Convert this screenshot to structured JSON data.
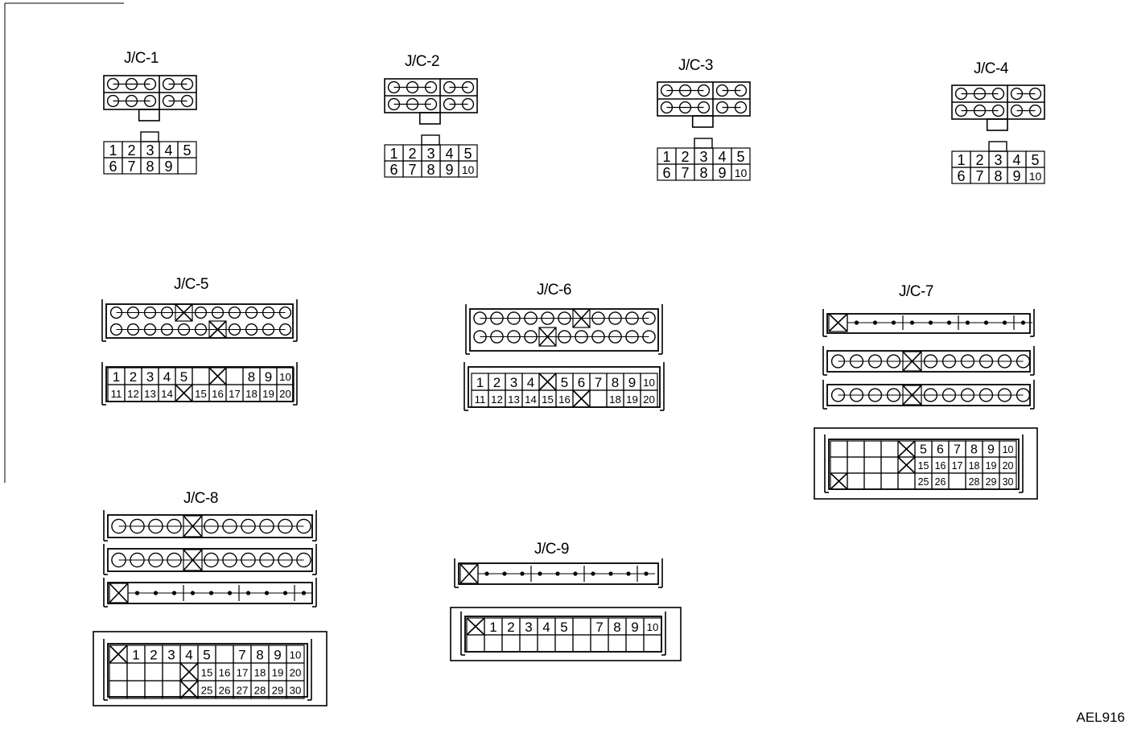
{
  "figure_code": "AEL916",
  "connectors": [
    {
      "id": "jc1",
      "label": "J/C-1",
      "pins": [
        [
          "1",
          "2",
          "3",
          "4",
          "5"
        ],
        [
          "6",
          "7",
          "8",
          "9",
          ""
        ]
      ]
    },
    {
      "id": "jc2",
      "label": "J/C-2",
      "pins": [
        [
          "1",
          "2",
          "3",
          "4",
          "5"
        ],
        [
          "6",
          "7",
          "8",
          "9",
          "10"
        ]
      ]
    },
    {
      "id": "jc3",
      "label": "J/C-3",
      "pins": [
        [
          "1",
          "2",
          "3",
          "4",
          "5"
        ],
        [
          "6",
          "7",
          "8",
          "9",
          "10"
        ]
      ]
    },
    {
      "id": "jc4",
      "label": "J/C-4",
      "pins": [
        [
          "1",
          "2",
          "3",
          "4",
          "5"
        ],
        [
          "6",
          "7",
          "8",
          "9",
          "10"
        ]
      ]
    },
    {
      "id": "jc5",
      "label": "J/C-5",
      "pins": [
        [
          "1",
          "2",
          "3",
          "4",
          "5",
          "",
          "X",
          "",
          "8",
          "9",
          "10"
        ],
        [
          "11",
          "12",
          "13",
          "14",
          "X",
          "15",
          "16",
          "17",
          "18",
          "19",
          "20"
        ]
      ]
    },
    {
      "id": "jc6",
      "label": "J/C-6",
      "pins": [
        [
          "1",
          "2",
          "3",
          "4",
          "X",
          "5",
          "6",
          "7",
          "8",
          "9",
          "10"
        ],
        [
          "11",
          "12",
          "13",
          "14",
          "15",
          "16",
          "X",
          "",
          "18",
          "19",
          "20"
        ]
      ]
    },
    {
      "id": "jc7",
      "label": "J/C-7",
      "pins": [
        [
          "",
          "",
          "",
          "",
          "X",
          "5",
          "6",
          "7",
          "8",
          "9",
          "10"
        ],
        [
          "",
          "",
          "",
          "",
          "X",
          "15",
          "16",
          "17",
          "18",
          "19",
          "20"
        ],
        [
          "X",
          "",
          "",
          "",
          "",
          "25",
          "26",
          "",
          "28",
          "29",
          "30"
        ]
      ]
    },
    {
      "id": "jc8",
      "label": "J/C-8",
      "pins": [
        [
          "X",
          "1",
          "2",
          "3",
          "4",
          "5",
          "",
          "7",
          "8",
          "9",
          "10"
        ],
        [
          "",
          "",
          "",
          "",
          "X",
          "15",
          "16",
          "17",
          "18",
          "19",
          "20"
        ],
        [
          "",
          "",
          "",
          "",
          "X",
          "25",
          "26",
          "27",
          "28",
          "29",
          "30"
        ]
      ]
    },
    {
      "id": "jc9",
      "label": "J/C-9",
      "pins": [
        [
          "X",
          "1",
          "2",
          "3",
          "4",
          "5",
          "",
          "7",
          "8",
          "9",
          "10"
        ],
        [
          "",
          "",
          "",
          "",
          "",
          "",
          "",
          "",
          "",
          "",
          ""
        ]
      ]
    }
  ]
}
